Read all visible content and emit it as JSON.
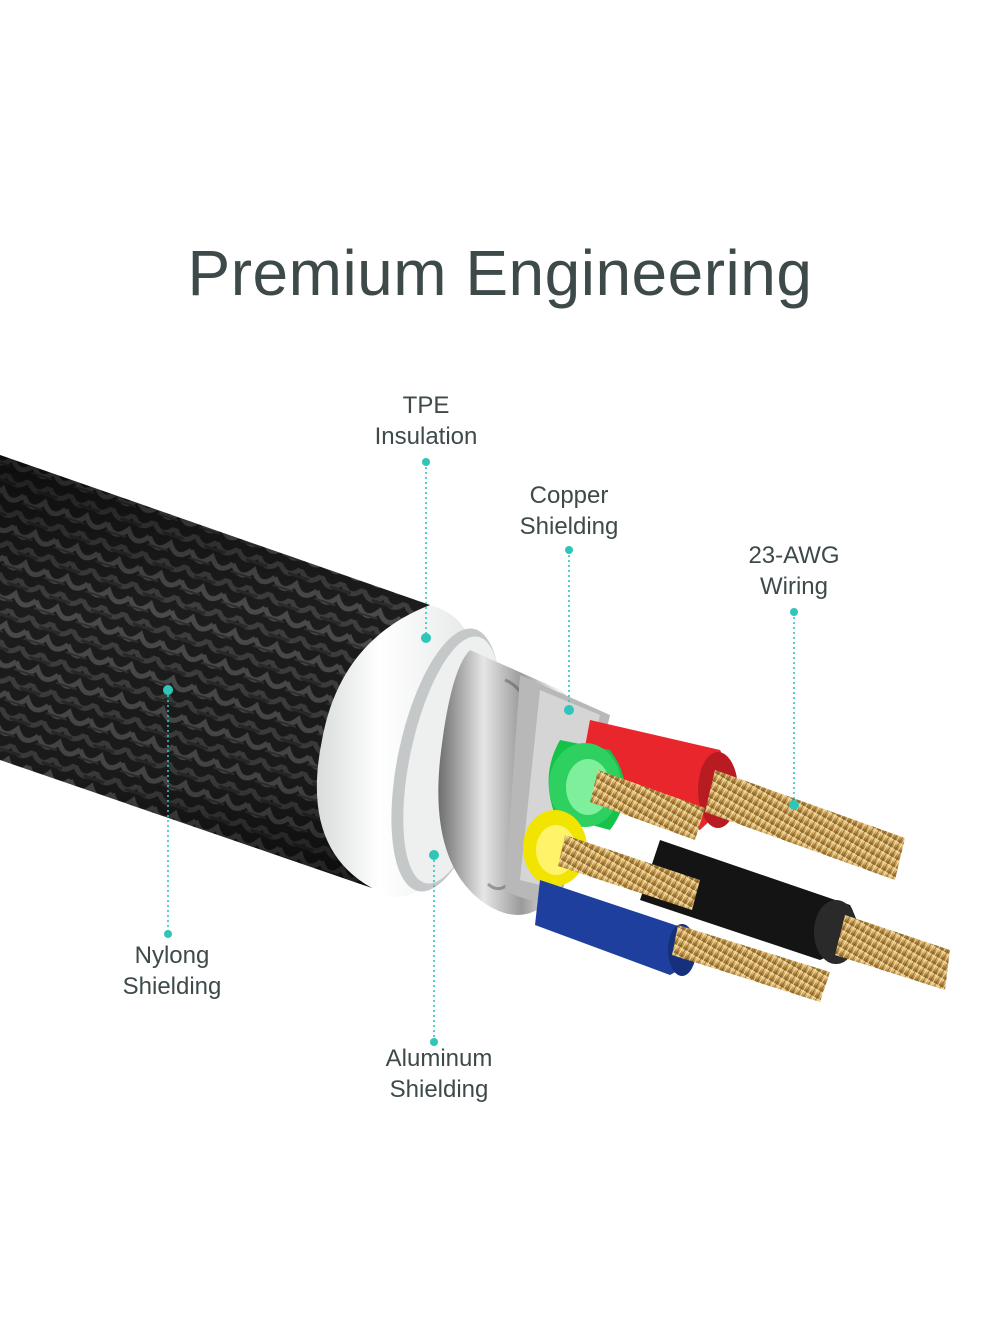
{
  "title": "Premium Engineering",
  "accent_color": "#2fc6b8",
  "callouts": {
    "tpe": {
      "line1": "TPE",
      "line2": "Insulation"
    },
    "copper": {
      "line1": "Copper",
      "line2": "Shielding"
    },
    "awg": {
      "line1": "23-AWG",
      "line2": "Wiring"
    },
    "nylon": {
      "line1": "Nylong",
      "line2": "Shielding"
    },
    "aluminum": {
      "line1": "Aluminum",
      "line2": "Shielding"
    }
  },
  "wire_colors": {
    "red": "#e8262c",
    "green": "#16c24a",
    "yellow": "#f1e400",
    "black": "#141414",
    "blue": "#1f3f9e"
  }
}
